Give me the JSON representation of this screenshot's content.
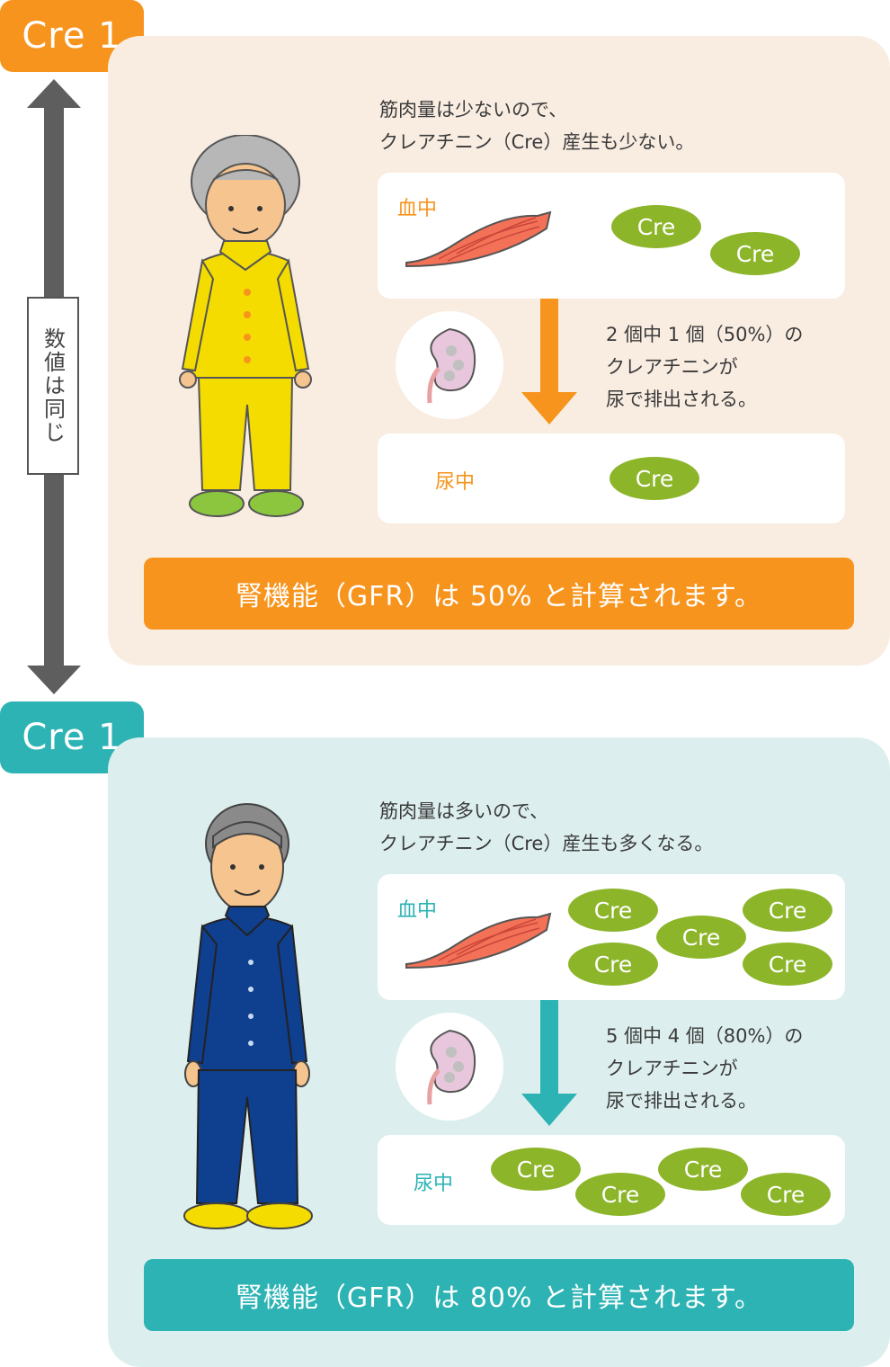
{
  "top": {
    "tag": "Cre 1",
    "caption": "筋肉量は少ないので、\nクレアチニン（Cre）産生も少ない。",
    "blood_label": "血中",
    "blood_cre": [
      "Cre",
      "Cre"
    ],
    "note": "2 個中 1 個（50%）の\nクレアチニンが\n尿で排出される。",
    "urine_label": "尿中",
    "urine_cre": [
      "Cre"
    ],
    "result": "腎機能（GFR）は 50% と計算されます。",
    "accent": "#f7941d"
  },
  "bottom": {
    "tag": "Cre 1",
    "caption": "筋肉量は多いので、\nクレアチニン（Cre）産生も多くなる。",
    "blood_label": "血中",
    "blood_cre": [
      "Cre",
      "Cre",
      "Cre",
      "Cre",
      "Cre"
    ],
    "note": "5 個中 4 個（80%）の\nクレアチニンが\n尿で排出される。",
    "urine_label": "尿中",
    "urine_cre": [
      "Cre",
      "Cre",
      "Cre",
      "Cre"
    ],
    "result": "腎機能（GFR）は 80% と計算されます。",
    "accent": "#2db3b4"
  },
  "side_label": "数値は同じ",
  "icons": [
    "double-arrow-icon",
    "elderly-woman-figure",
    "man-figure",
    "muscle-icon",
    "kidney-icon",
    "down-arrow-icon"
  ],
  "colors": {
    "cre_bubble": "#8cb52a",
    "panel_a": "#f9ede2",
    "panel_b": "#dcefee"
  }
}
